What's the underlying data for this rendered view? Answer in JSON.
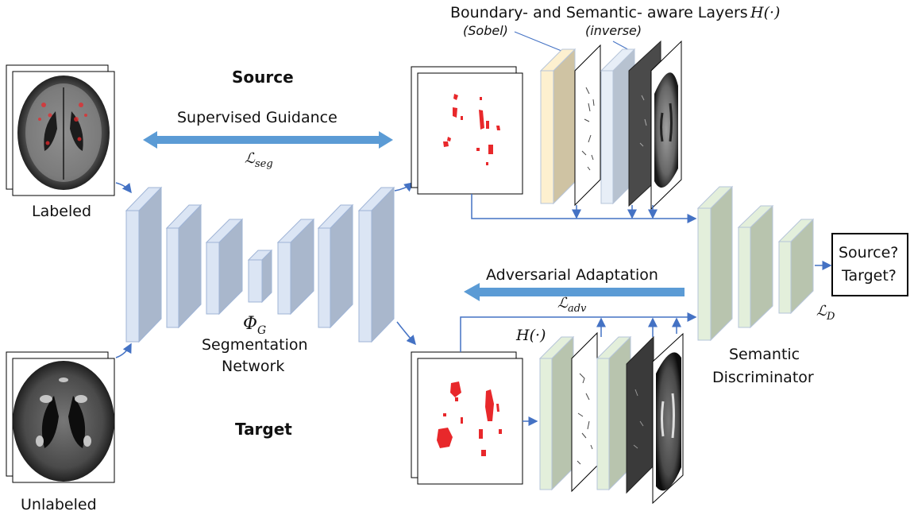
{
  "labels": {
    "header_layers": "Boundary- and Semantic- aware Layers",
    "header_layers_math": "H(·)",
    "sobel": "(Sobel)",
    "inverse": "(inverse)",
    "source": "Source",
    "target": "Target",
    "supervised_guidance": "Supervised Guidance",
    "l_seg": "ℒseg",
    "l_seg_main": "ℒ",
    "l_seg_sub": "seg",
    "labeled": "Labeled",
    "unlabeled": "Unlabeled",
    "phi": "Φ",
    "phi_sub": "G",
    "segmentation_network_1": "Segmentation",
    "segmentation_network_2": "Network",
    "adversarial_adaptation": "Adversarial  Adaptation",
    "l_adv_main": "ℒ",
    "l_adv_sub": "adv",
    "h_target": "H(·)",
    "l_d_main": "ℒ",
    "l_d_sub": "D",
    "semantic_discriminator_1": "Semantic",
    "semantic_discriminator_2": "Discriminator",
    "output_1": "Source?",
    "output_2": "Target?"
  },
  "colors": {
    "network_face": "#dbe5f4",
    "network_side": "#a9b7cc",
    "network_edge": "#9fb4d6",
    "discriminator_face": "#e3efdb",
    "discriminator_side": "#b8c4ae",
    "sobel_face": "#fdf0cf",
    "sobel_side": "#cfc3a3",
    "inverse_face": "#e7eef7",
    "inverse_side": "#b7c2d0",
    "big_arrow": "#5b9bd5",
    "connector": "#4472c4",
    "lesion": "#e8282b"
  }
}
